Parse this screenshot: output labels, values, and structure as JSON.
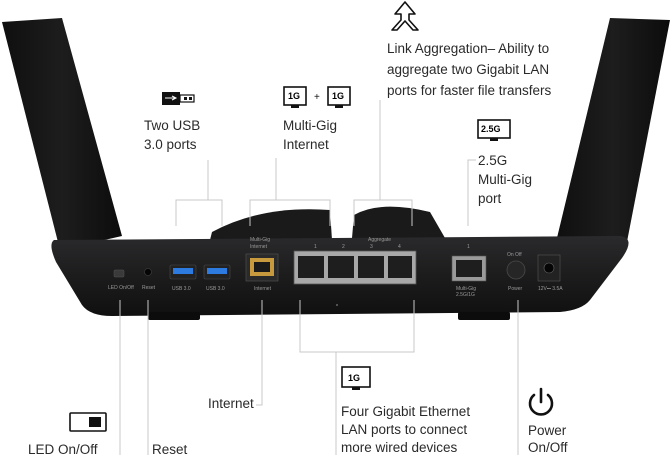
{
  "callouts": {
    "usb": {
      "lines": [
        "Two USB",
        "3.0 ports"
      ]
    },
    "multigig_internet": {
      "lines": [
        "Multi-Gig",
        "Internet"
      ],
      "badge_left": "1G",
      "badge_plus": "+",
      "badge_right": "1G"
    },
    "link_aggregation": {
      "lines": [
        "Link Aggregation– Ability to",
        "aggregate two Gigabit LAN",
        "ports for faster file transfers"
      ]
    },
    "multigig_port": {
      "lines": [
        "2.5G",
        "Multi-Gig",
        "port"
      ],
      "badge": "2.5G"
    },
    "internet": {
      "lines": [
        "Internet"
      ]
    },
    "lan": {
      "lines": [
        "Four Gigabit Ethernet",
        "LAN ports to connect",
        "more wired devices"
      ],
      "badge": "1G"
    },
    "led": {
      "lines": [
        "LED On/Off"
      ]
    },
    "reset": {
      "lines": [
        "Reset"
      ]
    },
    "power": {
      "lines": [
        "Power",
        "On/Off"
      ]
    }
  },
  "router_panel_labels": {
    "led": "LED On/Off",
    "reset": "Reset",
    "usb1": "USB 3.0",
    "usb2": "USB 3.0",
    "internet_header": "Multi-Gig",
    "internet_sub": "Internet",
    "internet_port": "Internet",
    "port_nums": [
      "1",
      "2",
      "3",
      "4"
    ],
    "aggregate": "Aggregate",
    "multigig_num": "1",
    "multigig_port": "Multi-Gig",
    "multigig_sub": "2.5G/1G",
    "on_off": "On Off",
    "power": "Power",
    "dc": "12V⎓ 3.5A"
  },
  "colors": {
    "router_body": "#1b1b1c",
    "antenna": "#151516",
    "text": "#2a2a2a",
    "leader": "#c8c8c8",
    "usb_blue": "#2d7ae0"
  }
}
